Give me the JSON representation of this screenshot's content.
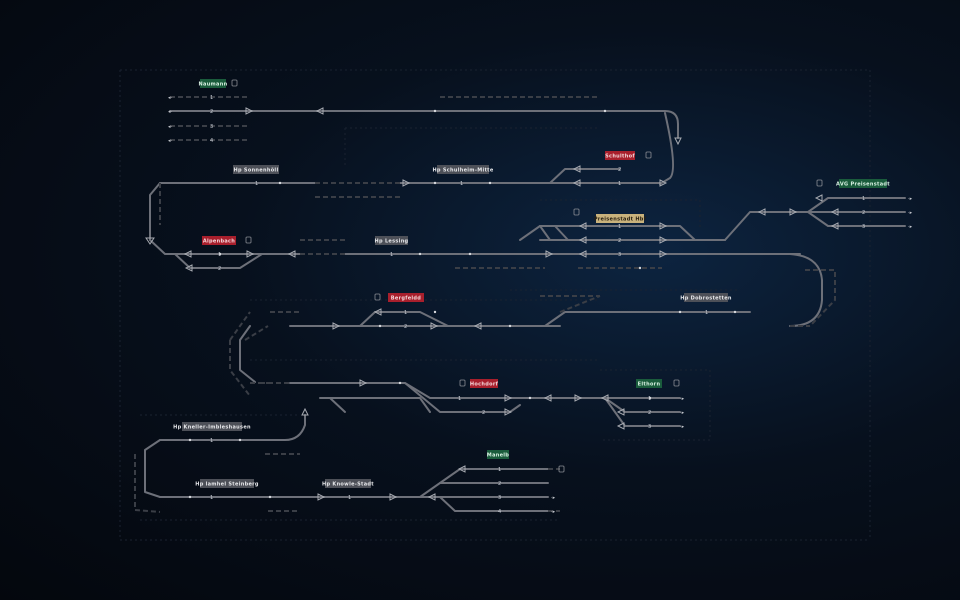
{
  "colors": {
    "background": "#05080f",
    "track": "#6d7079",
    "track_dim": "#2c3038",
    "signal": "#9a9da4",
    "station_red": "#a81f2c",
    "station_green": "#1a5c3c",
    "station_gray": "#4d5058",
    "station_yellow": "#c9b27c"
  },
  "stations": [
    {
      "id": "naumann",
      "name": "Naumann",
      "type": "green"
    },
    {
      "id": "schulthof",
      "name": "Schulthof",
      "type": "red"
    },
    {
      "id": "hp-sonnenhoell",
      "name": "Hp Sonnenhöll",
      "type": "gray"
    },
    {
      "id": "hp-schulheim-mitte",
      "name": "Hp Schulheim-Mitte",
      "type": "gray"
    },
    {
      "id": "avg-preisenstadt",
      "name": "AVG Preisenstadt",
      "type": "green"
    },
    {
      "id": "preisenstadt-hbf",
      "name": "Preisenstadt Hbf",
      "type": "yellow"
    },
    {
      "id": "alpenbach",
      "name": "Alpenbach",
      "type": "red"
    },
    {
      "id": "hp-lessing",
      "name": "Hp Lessing",
      "type": "gray"
    },
    {
      "id": "bergfeldd",
      "name": "Bergfeldd",
      "type": "red"
    },
    {
      "id": "hp-dobrostetten",
      "name": "Hp Dobrostetten",
      "type": "gray"
    },
    {
      "id": "hochdorf",
      "name": "Hochdorf",
      "type": "red"
    },
    {
      "id": "elthorn",
      "name": "Elthorn",
      "type": "green"
    },
    {
      "id": "hp-kneller-imbleshausen",
      "name": "Hp Kneller-Imbleshausen",
      "type": "gray"
    },
    {
      "id": "manelb",
      "name": "Manelb",
      "type": "green"
    },
    {
      "id": "hp-lamhel-steinberg",
      "name": "Hp lamhel Steinberg",
      "type": "gray"
    },
    {
      "id": "hp-knowle-stadt",
      "name": "Hp Knowle-Stadt",
      "type": "gray"
    }
  ]
}
